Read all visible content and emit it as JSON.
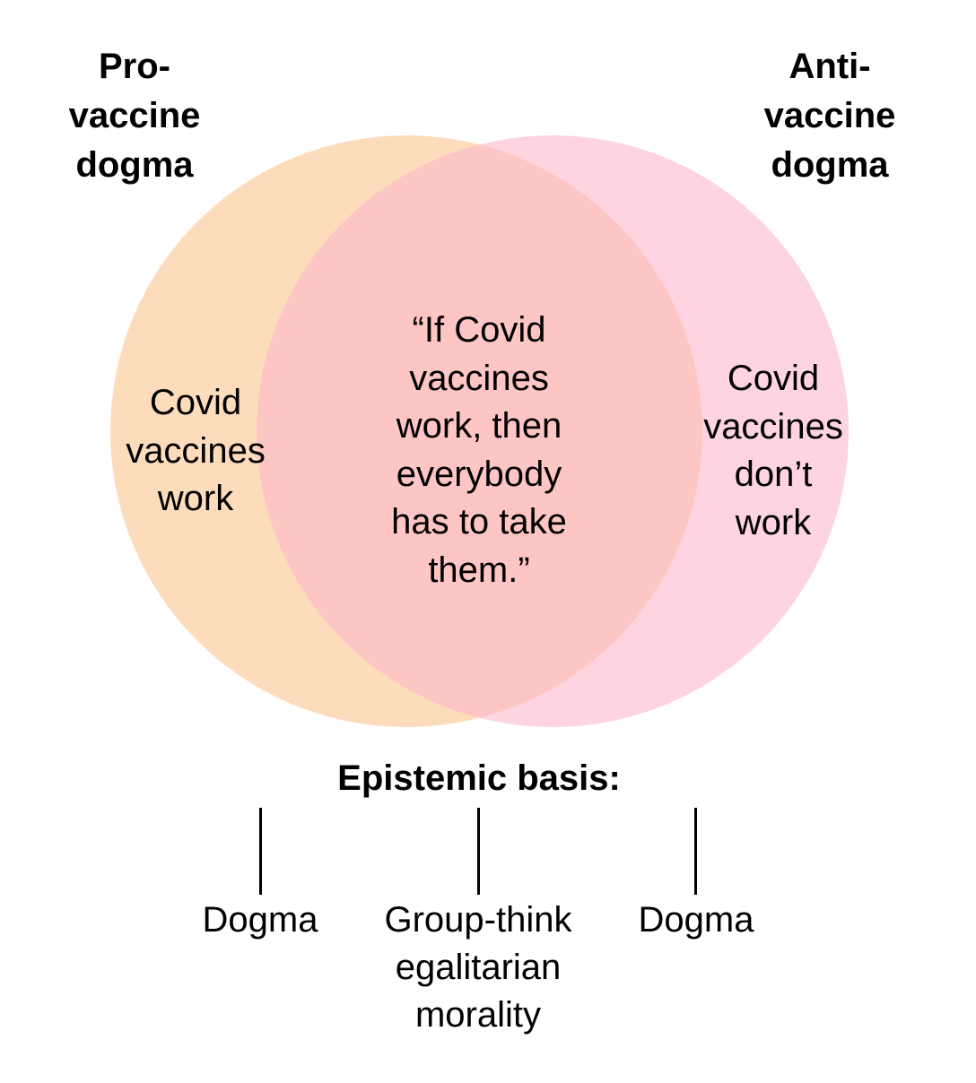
{
  "diagram": {
    "sets": [
      {
        "title": "Pro-\nvaccine\ndogma",
        "color": "#fcc48f",
        "region_text": "Covid\nvaccines\nwork"
      },
      {
        "title": "Anti-\nvaccine\ndogma",
        "color": "#fdb8cb",
        "region_text": "Covid\nvaccines\ndon’t\nwork"
      }
    ],
    "overlap_text": "“If Covid\nvaccines\nwork, then\neverybody\nhas to take\nthem.”"
  },
  "basis": {
    "title": "Epistemic basis:",
    "items": [
      {
        "label": "Dogma"
      },
      {
        "label": "Group-think\negalitarian\nmorality"
      },
      {
        "label": "Dogma"
      }
    ]
  }
}
